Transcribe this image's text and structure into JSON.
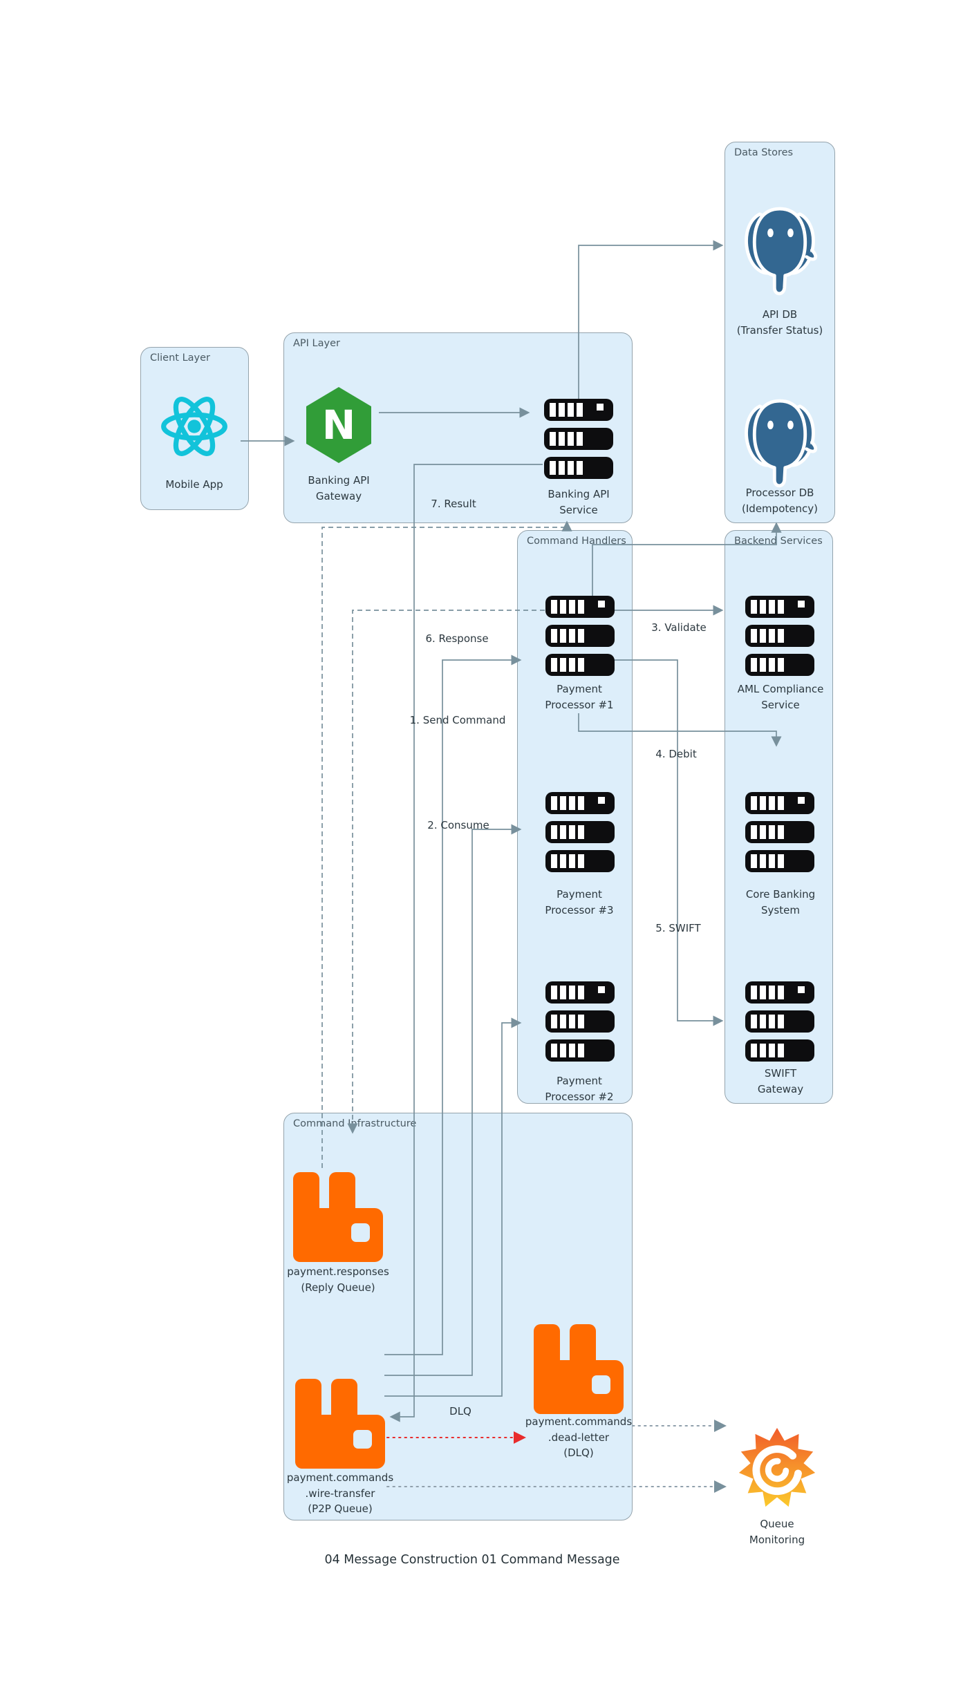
{
  "caption": "04 Message Construction 01 Command Message",
  "groups": {
    "client_layer": "Client Layer",
    "api_layer": "API Layer",
    "data_stores": "Data Stores",
    "command_handlers": "Command Handlers",
    "backend_services": "Backend Services",
    "command_infrastructure": "Command Infrastructure"
  },
  "nodes": {
    "mobile_app": {
      "lines": [
        "Mobile App"
      ],
      "icon": "react-icon"
    },
    "banking_api_gateway": {
      "lines": [
        "Banking API",
        "Gateway"
      ],
      "icon": "nginx-icon"
    },
    "banking_api_service": {
      "lines": [
        "Banking API",
        "Service"
      ],
      "icon": "server-rack-icon"
    },
    "api_db": {
      "lines": [
        "API DB",
        "(Transfer Status)"
      ],
      "icon": "postgresql-icon"
    },
    "processor_db": {
      "lines": [
        "Processor DB",
        "(Idempotency)"
      ],
      "icon": "postgresql-icon"
    },
    "payment_processor_1": {
      "lines": [
        "Payment",
        "Processor #1"
      ],
      "icon": "server-rack-icon"
    },
    "payment_processor_3": {
      "lines": [
        "Payment",
        "Processor #3"
      ],
      "icon": "server-rack-icon"
    },
    "payment_processor_2": {
      "lines": [
        "Payment",
        "Processor #2"
      ],
      "icon": "server-rack-icon"
    },
    "aml_compliance_service": {
      "lines": [
        "AML Compliance",
        "Service"
      ],
      "icon": "server-rack-icon"
    },
    "core_banking_system": {
      "lines": [
        "Core Banking",
        "System"
      ],
      "icon": "server-rack-icon"
    },
    "swift_gateway": {
      "lines": [
        "SWIFT",
        "Gateway"
      ],
      "icon": "server-rack-icon"
    },
    "payment_responses": {
      "lines": [
        "payment.responses",
        "(Reply Queue)"
      ],
      "icon": "rabbitmq-icon"
    },
    "payment_commands_wire_transfer": {
      "lines": [
        "payment.commands",
        ".wire-transfer",
        "(P2P Queue)"
      ],
      "icon": "rabbitmq-icon"
    },
    "payment_commands_dead_letter": {
      "lines": [
        "payment.commands",
        ".dead-letter",
        "(DLQ)"
      ],
      "icon": "rabbitmq-icon"
    },
    "queue_monitoring": {
      "lines": [
        "Queue",
        "Monitoring"
      ],
      "icon": "grafana-icon"
    }
  },
  "edges": {
    "send_command": "1. Send Command",
    "consume": "2. Consume",
    "validate": "3. Validate",
    "debit": "4. Debit",
    "swift": "5. SWIFT",
    "response": "6. Response",
    "result": "7. Result",
    "dlq": "DLQ"
  },
  "colors": {
    "group_fill": "#ddeefa",
    "group_border": "#94a3ac",
    "connector_grey": "#78909c",
    "connector_red": "#e82c2c",
    "postgresql_blue": "#336791",
    "nginx_green": "#319d38",
    "react_cyan": "#12c3da",
    "rabbitmq_orange": "#ff6a00",
    "server_black": "#0d0d0f",
    "grafana_orange_top": "#f15b2a",
    "grafana_yellow_bottom": "#fbc92c"
  }
}
